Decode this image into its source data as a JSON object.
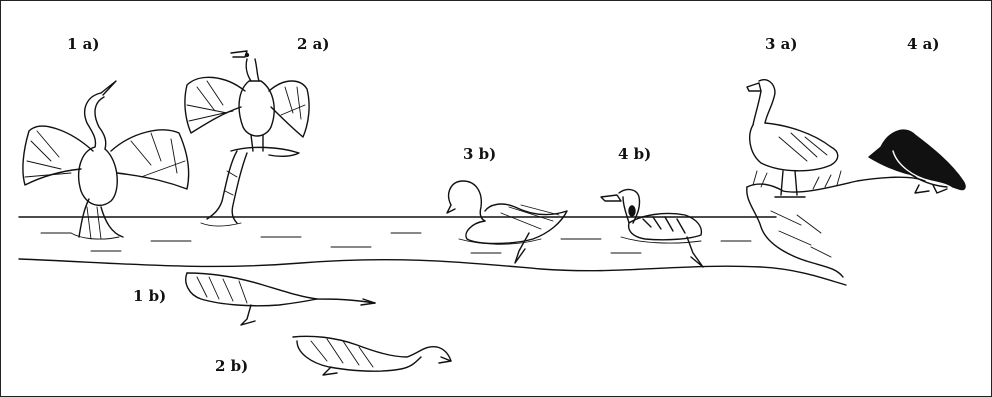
{
  "labels": {
    "l1a": "1 a)",
    "l2a": "2 a)",
    "l3a": "3 a)",
    "l4a": "4 a)",
    "l1b": "1 b)",
    "l2b": "2 b)",
    "l3b": "3 b)",
    "l4b": "4 b)"
  }
}
